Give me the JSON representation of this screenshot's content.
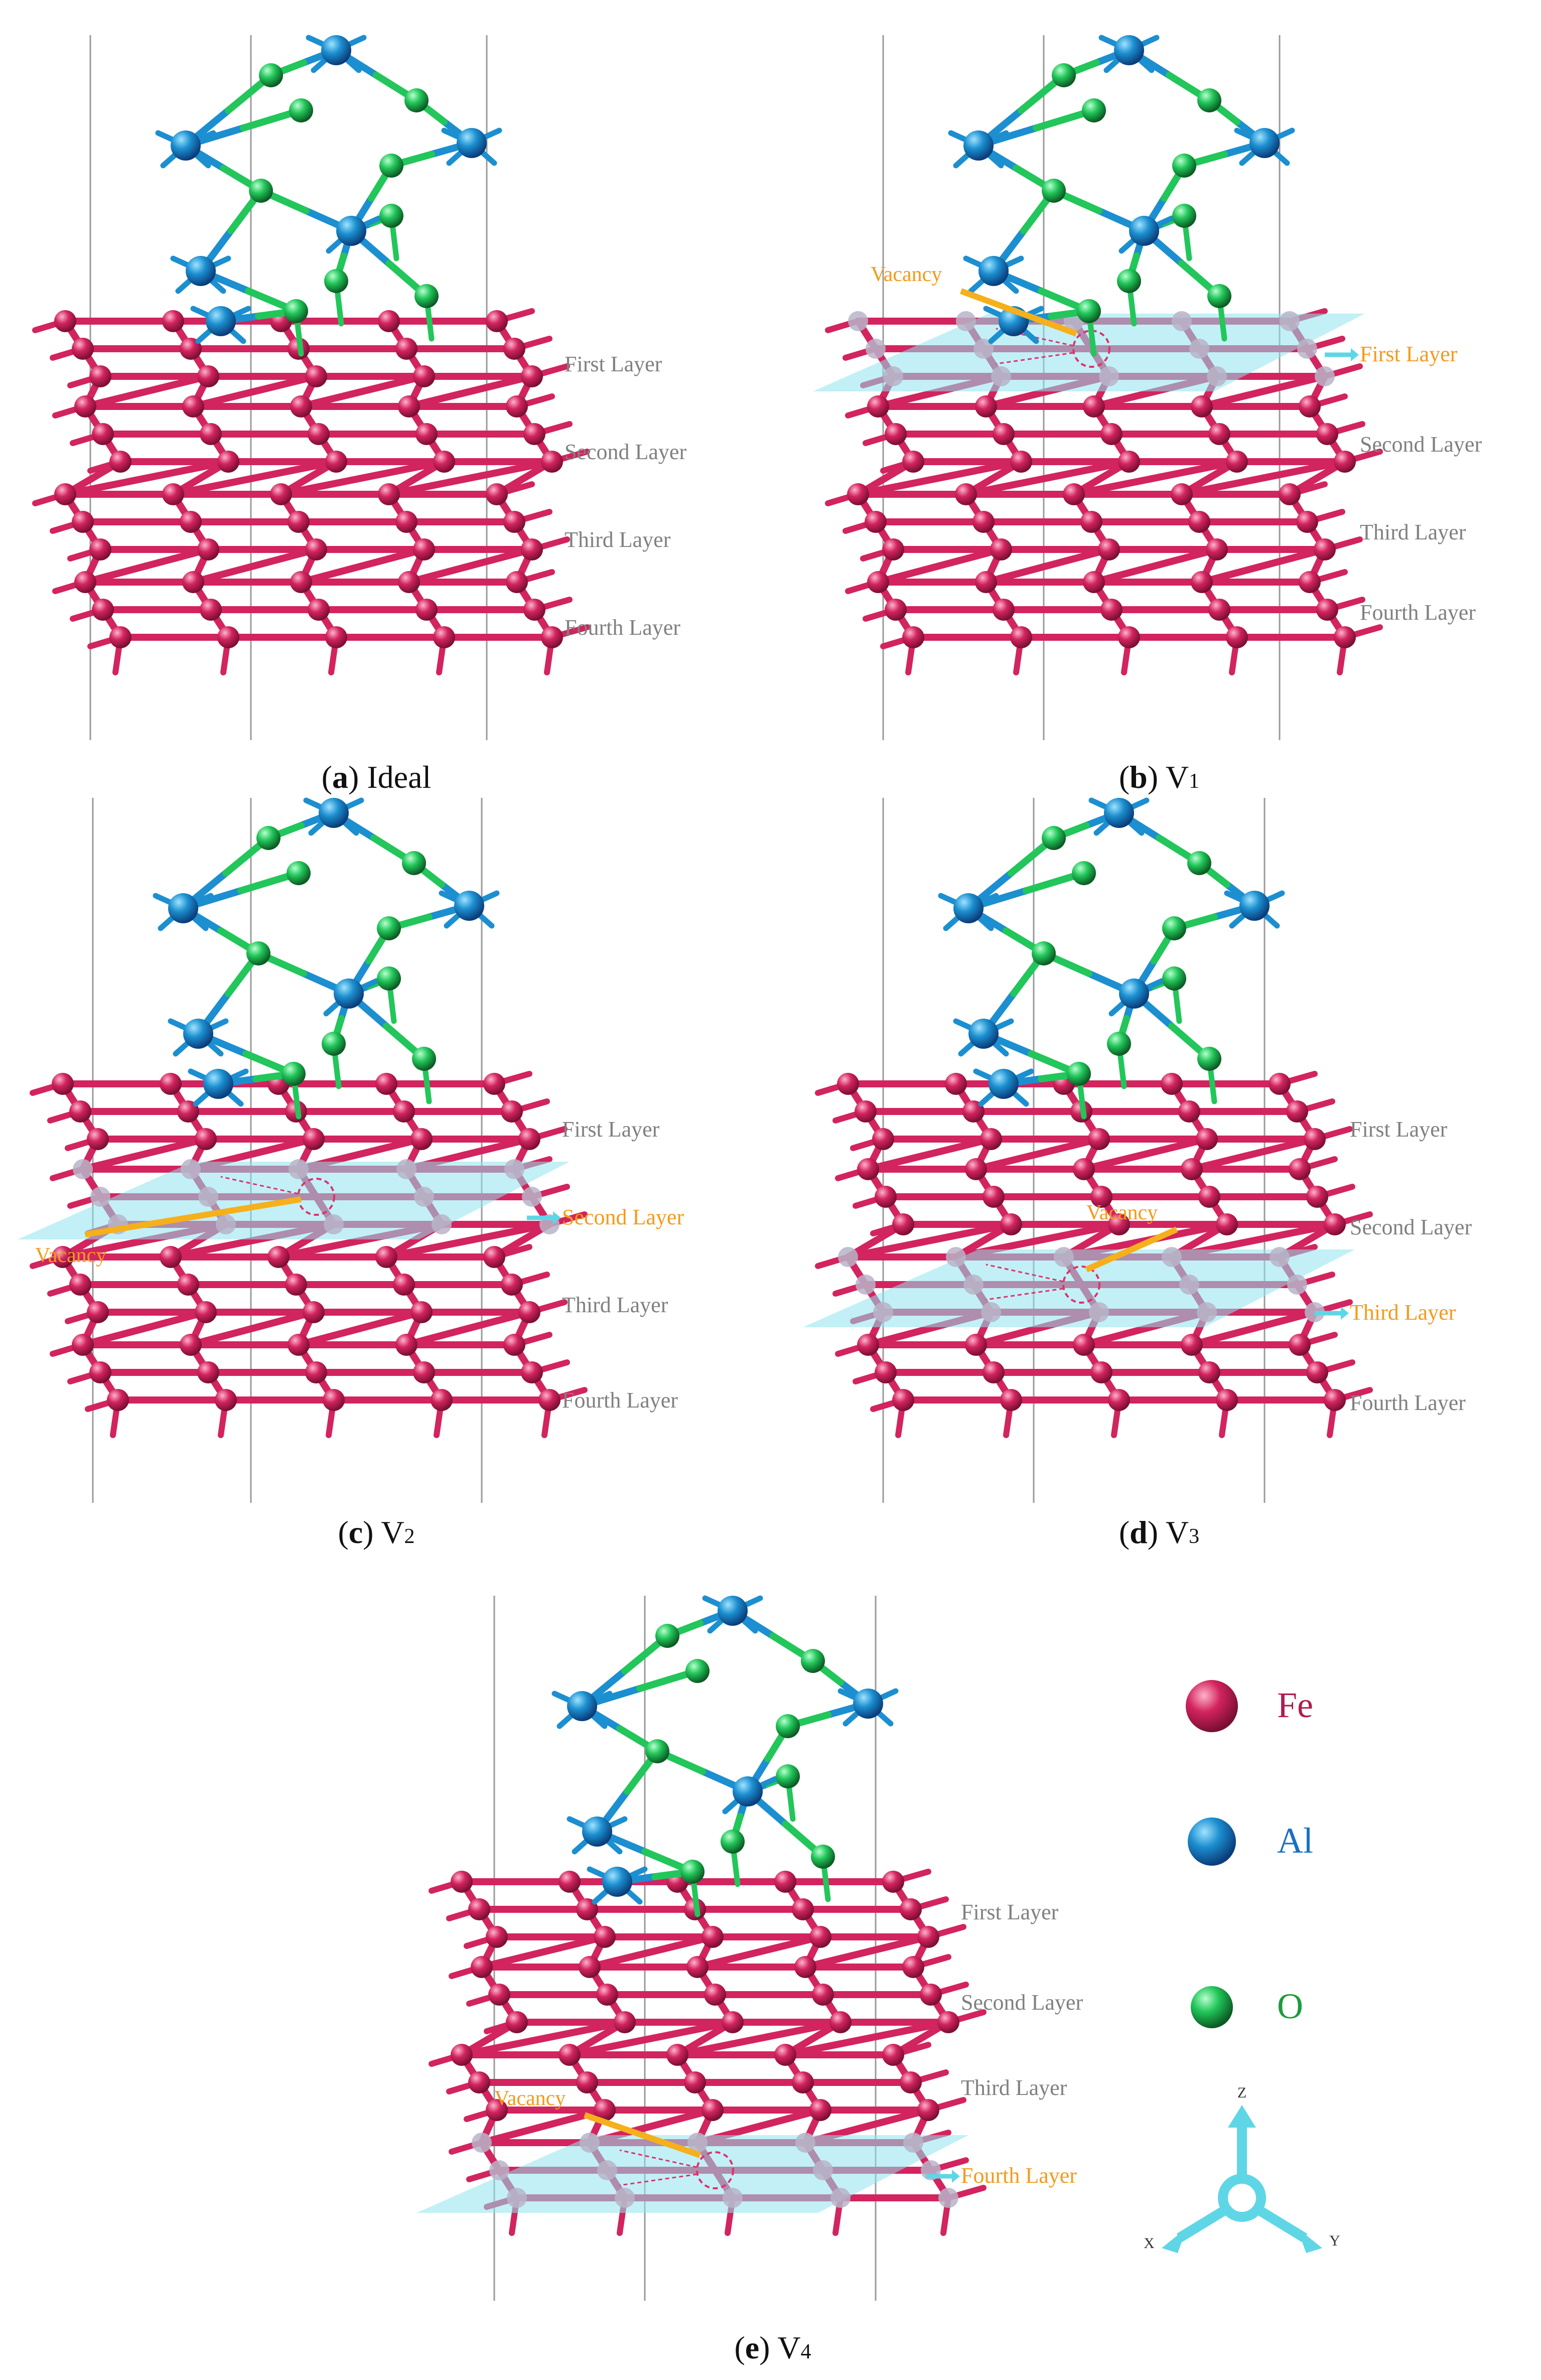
{
  "layer_labels": {
    "first": "First Layer",
    "second": "Second Layer",
    "third": "Third Layer",
    "fourth": "Fourth Layer"
  },
  "vacancy_label": "Vacancy",
  "panels": [
    {
      "id": "a",
      "letter": "a",
      "rest": ") Ideal"
    },
    {
      "id": "b",
      "letter": "b",
      "rest": ") V",
      "sub": "1"
    },
    {
      "id": "c",
      "letter": "c",
      "rest": ") V",
      "sub": "2"
    },
    {
      "id": "d",
      "letter": "d",
      "rest": ") V",
      "sub": "3"
    },
    {
      "id": "e",
      "letter": "e",
      "rest": ") V",
      "sub": "4"
    }
  ],
  "legend": [
    {
      "symbol": "Fe",
      "color": "#b01c4e"
    },
    {
      "symbol": "Al",
      "color": "#1a6fc4"
    },
    {
      "symbol": "O",
      "color": "#1e9b3c"
    }
  ],
  "axes": {
    "z": "Z",
    "x": "X",
    "y": "Y"
  },
  "colors": {
    "fe": "#d2245e",
    "al": "#1c8fd0",
    "o": "#22c65a",
    "vacancy_plane": "#8fe3ee",
    "highlight_text": "#f59a1b",
    "layer_text": "#808080",
    "arrow_cyan": "#5fd6e6",
    "arrow_orange": "#f5b01b"
  }
}
